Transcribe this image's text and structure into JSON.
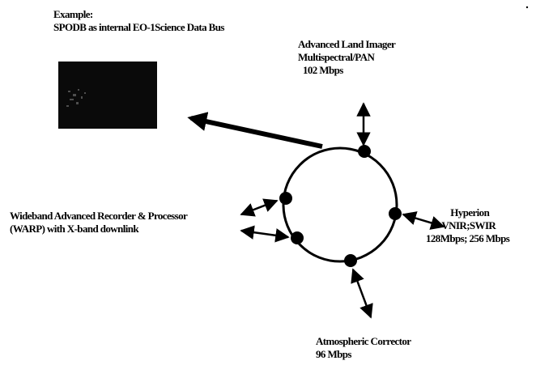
{
  "example": {
    "title": "Example:",
    "subtitle": "SPODB as internal EO-1Science Data Bus"
  },
  "nodes": {
    "advanced_land_imager": {
      "line1": "Advanced Land Imager",
      "line2": "Multispectral/PAN",
      "line3": "102 Mbps"
    },
    "hyperion": {
      "line1": "Hyperion",
      "line2": "VNIR;SWIR",
      "line3": "128Mbps; 256 Mbps"
    },
    "warp": {
      "line1": "Wideband Advanced Recorder & Processor",
      "line2": "(WARP) with X-band downlink"
    },
    "atmospheric_corrector": {
      "line1": "Atmospheric Corrector",
      "line2": "96 Mbps"
    }
  },
  "colors": {
    "ink": "#000000",
    "panel": "#0a0a0a",
    "background": "#ffffff"
  }
}
